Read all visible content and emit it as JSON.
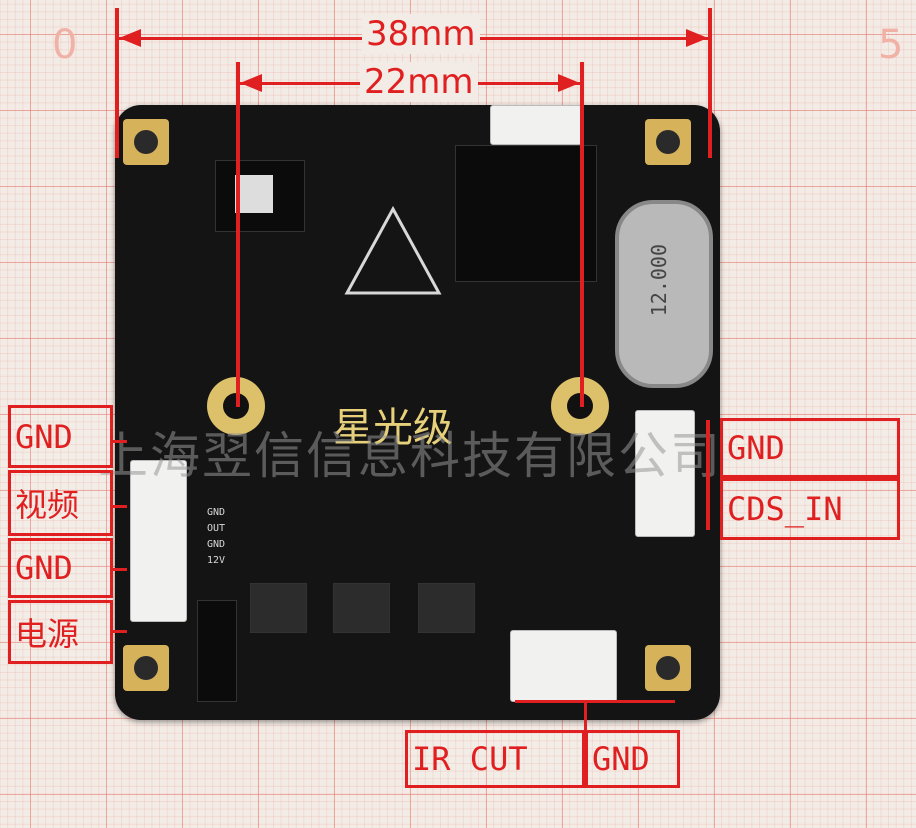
{
  "ruler": {
    "left_number": "0",
    "right_number": "5"
  },
  "dimensions": {
    "outer": "38mm",
    "inner": "22mm"
  },
  "board": {
    "title": "星光级",
    "watermark": "上海翌信信息科技有限公司",
    "crystal_text": "12.000",
    "silk_labels": [
      "GND",
      "OUT",
      "GND",
      "12V"
    ]
  },
  "labels": {
    "left": [
      "GND",
      "视频",
      "GND",
      "电源"
    ],
    "right": [
      "GND",
      "CDS_IN"
    ],
    "bottom": [
      "IR CUT",
      "GND"
    ]
  },
  "colors": {
    "annotation": "#e02020",
    "board": "#141414",
    "gold": "#d6b35b",
    "grid": "#e6786e"
  }
}
